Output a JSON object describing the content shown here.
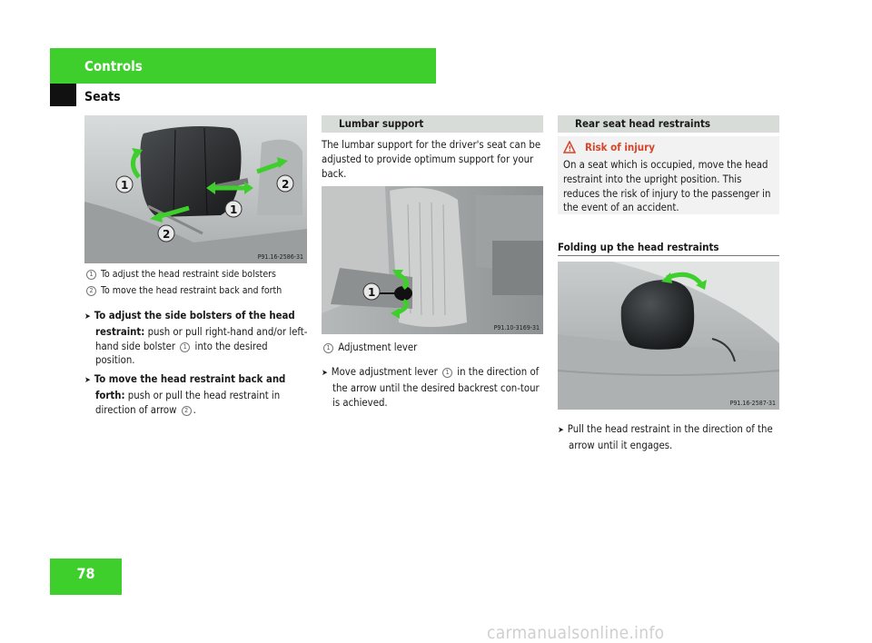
{
  "header": {
    "chapter": "Controls",
    "section": "Seats"
  },
  "page_number": "78",
  "watermark": "carmanualsonline.info",
  "col1": {
    "figure_code": "P91.16-2586-31",
    "callouts": [
      "1",
      "2",
      "1",
      "2"
    ],
    "legend": [
      {
        "num": "1",
        "text": "To adjust the head restraint side bolsters"
      },
      {
        "num": "2",
        "text": "To move the head restraint back and forth"
      }
    ],
    "steps": [
      {
        "bold": "To adjust the side bolsters of the head restraint:",
        "pre": " push or pull right-hand and/or left-hand side bolster ",
        "num": "1",
        "post": " into the desired position."
      },
      {
        "bold": "To move the head restraint back and forth:",
        "pre": " push or pull the head restraint in direction of arrow ",
        "num": "2",
        "post": "."
      }
    ]
  },
  "col2": {
    "title": "Lumbar support",
    "intro": "The lumbar support for the driver's seat can be adjusted to provide optimum support for your back.",
    "figure_code": "P91.10-3169-31",
    "callouts": [
      "1"
    ],
    "legend": [
      {
        "num": "1",
        "text": "Adjustment lever"
      }
    ],
    "step": {
      "pre": "Move adjustment lever ",
      "num": "1",
      "post": " in the direction of the arrow until the desired backrest con-tour is achieved."
    }
  },
  "col3": {
    "title": "Rear seat head restraints",
    "warning_title": "Risk of injury",
    "warning_text": "On a seat which is occupied, move the head restraint into the upright position. This reduces the risk of injury to the passenger in the event of an accident.",
    "subtitle": "Folding up the head restraints",
    "figure_code": "P91.16-2587-31",
    "step": "Pull the head restraint in the direction of the arrow until it engages."
  },
  "colors": {
    "green": "#3ecf2c",
    "warning": "#d6452a",
    "bar_gray": "#d8dcd8"
  }
}
